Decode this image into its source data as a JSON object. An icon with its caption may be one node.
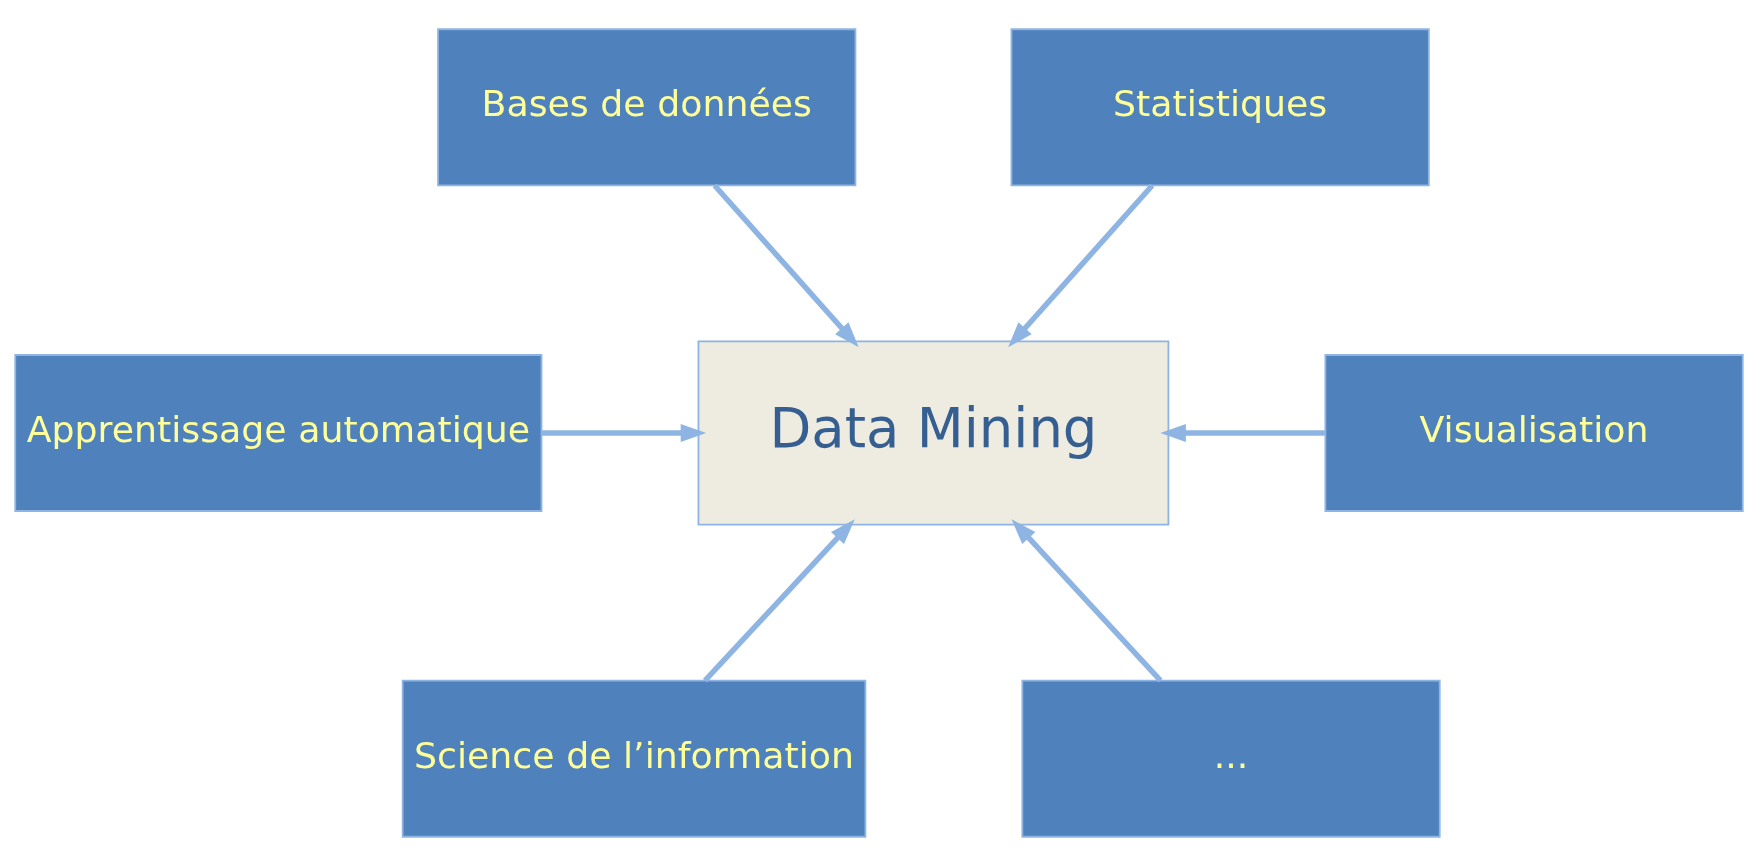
{
  "diagram": {
    "nodes": [
      {
        "text": [
          "Data Mining"
        ]
      },
      {
        "text": [
          "Bases de données"
        ]
      },
      {
        "text": [
          "Statistiques"
        ]
      },
      {
        "text": [
          "Apprentissage automatique"
        ]
      },
      {
        "text": [
          "Visualisation"
        ]
      },
      {
        "text": [
          "Science de l’information"
        ]
      },
      {
        "text": [
          "..."
        ]
      }
    ],
    "edges": [
      {
        "from": 1,
        "to": 0,
        "arrow": "to"
      },
      {
        "from": 2,
        "to": 0,
        "arrow": "to"
      },
      {
        "from": 3,
        "to": 0,
        "arrow": "to"
      },
      {
        "from": 4,
        "to": 0,
        "arrow": "to"
      },
      {
        "from": 5,
        "to": 0,
        "arrow": "to"
      },
      {
        "from": 6,
        "to": 0,
        "arrow": "to"
      }
    ]
  }
}
